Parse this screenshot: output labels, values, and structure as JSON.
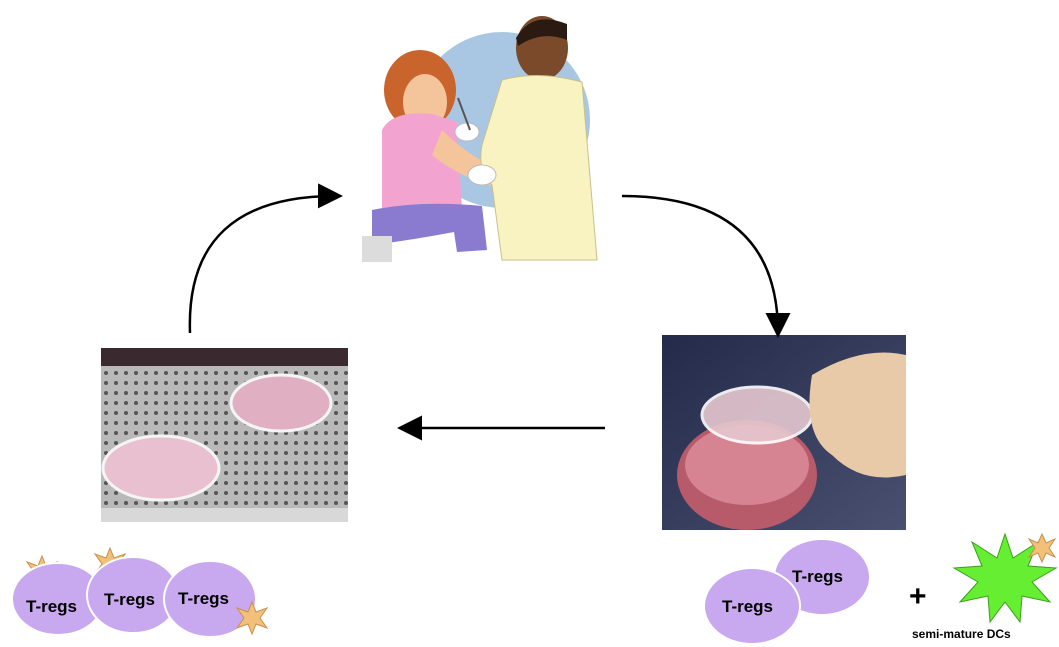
{
  "left_cluster": {
    "cells": [
      "T-regs",
      "T-regs",
      "T-regs"
    ]
  },
  "right_cluster": {
    "cells": [
      "T-regs",
      "T-regs"
    ],
    "plus": "+",
    "dc_caption": "semi-mature DCs"
  },
  "images": {
    "top": "vaccination-illustration",
    "right": "petri-dish-photo",
    "left": "culture-plates-photo"
  }
}
